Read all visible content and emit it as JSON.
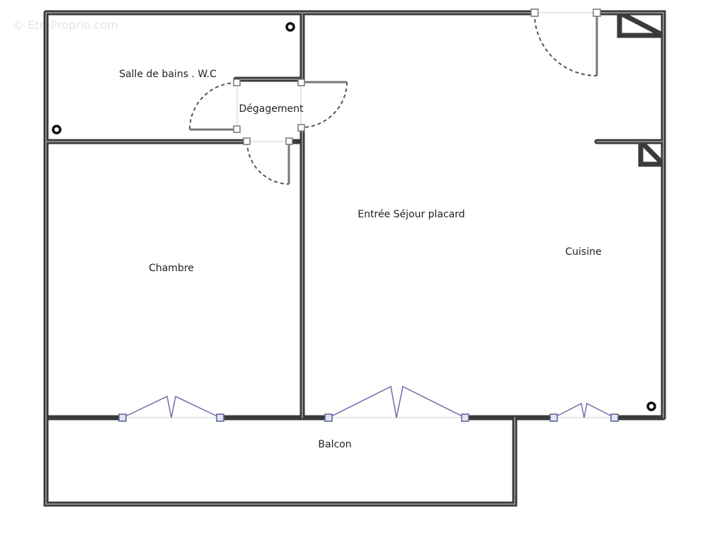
{
  "watermark": "EtreProprio.com",
  "rooms": {
    "bathroom": "Salle de bains . W.C",
    "hallway": "Dégagement",
    "living": "Entrée Séjour placard",
    "kitchen": "Cuisine",
    "bedroom": "Chambre",
    "balcony": "Balcon"
  },
  "colors": {
    "wall": "#3a3a3a",
    "window": "#6b6fa8"
  }
}
